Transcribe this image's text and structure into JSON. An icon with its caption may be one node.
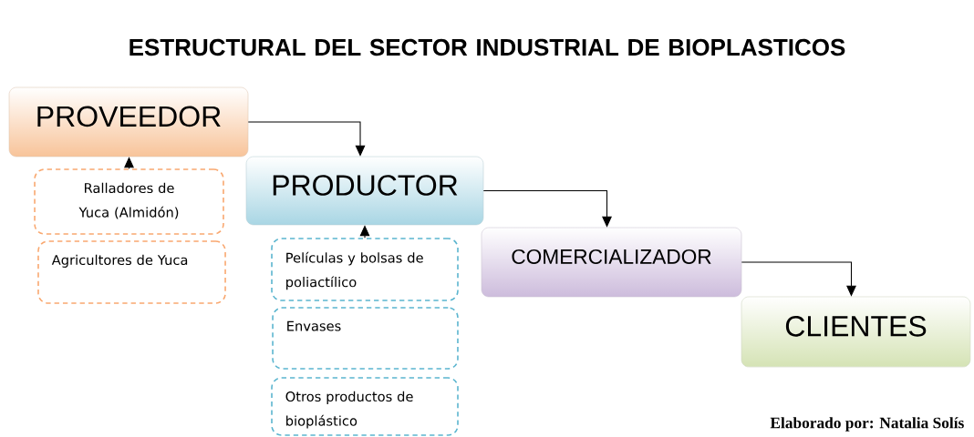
{
  "diagram": {
    "title": "ESTRUCTURAL DEL SECTOR INDUSTRIAL DE BIOPLASTICOS",
    "caption": "Elaborado por: Natalia Solís",
    "nodes": [
      {
        "text": [
          "PROVEEDOR"
        ]
      },
      {
        "text": [
          "Ralladores de Yuca (Almidón)"
        ]
      },
      {
        "text": [
          "Agricultores de Yuca"
        ]
      },
      {
        "text": [
          "PRODUCTOR"
        ]
      },
      {
        "text": [
          "Películas y bolsas de poliactílico"
        ]
      },
      {
        "text": [
          "Envases"
        ]
      },
      {
        "text": [
          "Otros productos de bioplástico"
        ]
      },
      {
        "text": [
          "COMERCIALIZADOR"
        ]
      },
      {
        "text": [
          "CLIENTES"
        ]
      }
    ],
    "edges": [
      {
        "from": 0,
        "to": 3,
        "arrow": "to"
      },
      {
        "from": 3,
        "to": 7,
        "arrow": "to"
      },
      {
        "from": 7,
        "to": 8,
        "arrow": "to"
      },
      {
        "from": 1,
        "to": 0,
        "arrow": "to"
      },
      {
        "from": 4,
        "to": 3,
        "arrow": "to"
      }
    ]
  }
}
